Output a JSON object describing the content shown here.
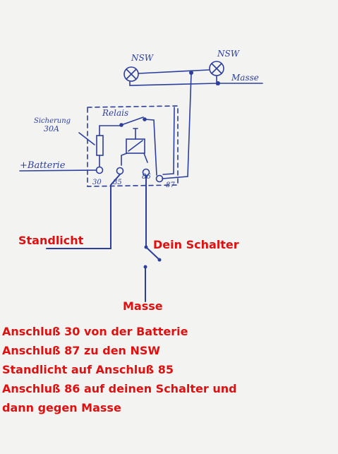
{
  "diagram": {
    "handwritten": {
      "nsw_left": "NSW",
      "nsw_right": "NSW",
      "masse_top": "Masse",
      "sicherung": "Sicherung",
      "sicherung_rating": "30A",
      "relais": "Relais",
      "batterie": "+Batterie",
      "pin_30": "30",
      "pin_85": "85",
      "pin_86": "86",
      "pin_87": "87"
    },
    "labels": {
      "standlicht": "Standlicht",
      "schalter": "Dein Schalter",
      "masse": "Masse"
    },
    "notes": [
      "Anschluß 30 von der Batterie",
      "Anschluß 87 zu den NSW",
      "Standlicht auf Anschluß 85",
      "Anschluß 86 auf deinen Schalter und",
      "dann gegen Masse"
    ],
    "colors": {
      "ink_blue": "#2d3f9c",
      "label_red": "#e01010",
      "paper": "#f3f3f1"
    }
  }
}
